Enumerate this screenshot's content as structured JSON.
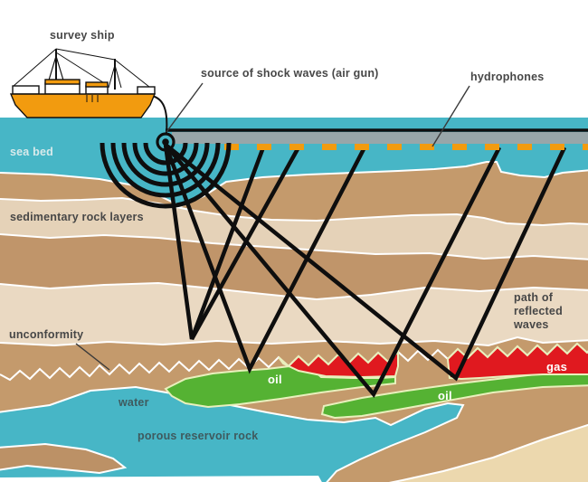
{
  "labels": {
    "survey_ship": "survey ship",
    "shock_source": "source of shock waves (air gun)",
    "hydrophones": "hydrophones",
    "sea_bed": "sea bed",
    "sedimentary": "sedimentary rock layers",
    "unconformity": "unconformity",
    "water": "water",
    "porous_rock": "porous reservoir rock",
    "oil_left": "oil",
    "oil_right": "oil",
    "gas": "gas",
    "path_reflected": "path of reflected waves"
  },
  "colors": {
    "sea_water": "#47b6c6",
    "rock_brown": "#c49a6c",
    "rock_beige": "#e6d4bb",
    "rock_sand": "#ecd8ae",
    "oil_green": "#55b233",
    "gas_red": "#e0191f",
    "ship_orange": "#f29b0f",
    "streamer_grey": "#98a6a9",
    "wave_black": "#0e0e0e"
  }
}
